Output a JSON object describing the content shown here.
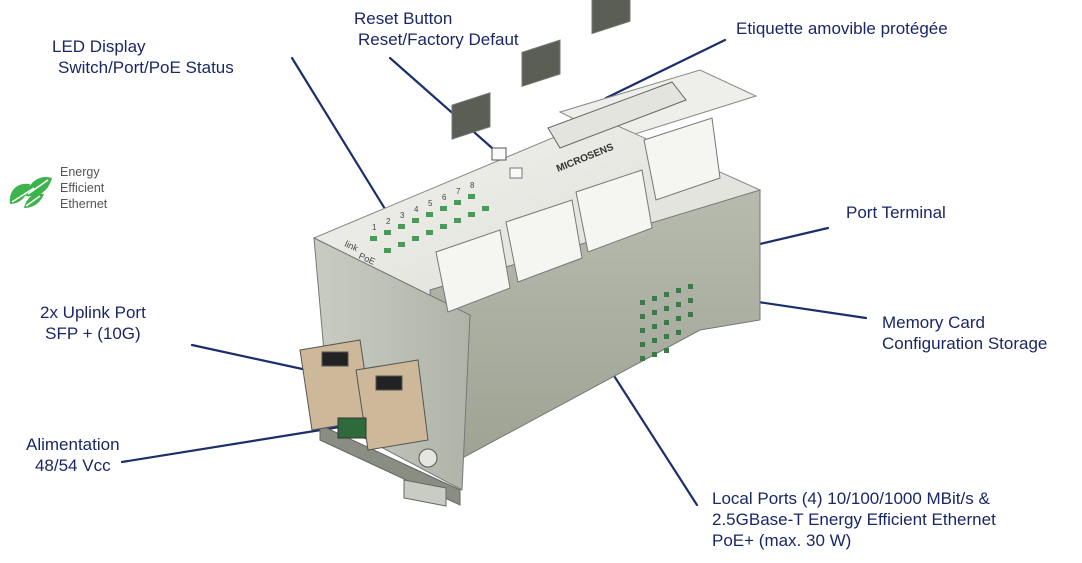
{
  "labels": {
    "reset_line1": "Reset Button",
    "reset_line2": "Reset/Factory Defaut",
    "led_line1": "LED Display",
    "led_line2": "Switch/Port/PoE Status",
    "etiquette": "Etiquette amovible protégée",
    "port_terminal": "Port Terminal",
    "memory_line1": "Memory Card",
    "memory_line2": "Configuration Storage",
    "uplink_line1": "2x Uplink Port",
    "uplink_line2": "SFP + (10G)",
    "alim_line1": "Alimentation",
    "alim_line2": "48/54 Vcc",
    "local_line1": "Local Ports (4)  10/100/1000 MBit/s &",
    "local_line2": "2.5GBase-T  Energy Efficient Ethernet",
    "local_line3": "PoE+ (max. 30 W)"
  },
  "badge": {
    "line1": "Energy",
    "line2": "Efficient",
    "line3": "Ethernet"
  },
  "device": {
    "brand": "MICROSENS",
    "led_row1": "link",
    "led_row2": "PoE",
    "led_numbers": [
      "1",
      "2",
      "3",
      "4",
      "5",
      "6",
      "7",
      "8"
    ]
  },
  "colors": {
    "leader_lines": "#1a2f6b",
    "leaf_green": "#3cb44b",
    "led_green": "#4a9a5a",
    "housing_gray": "#a8aca0"
  }
}
